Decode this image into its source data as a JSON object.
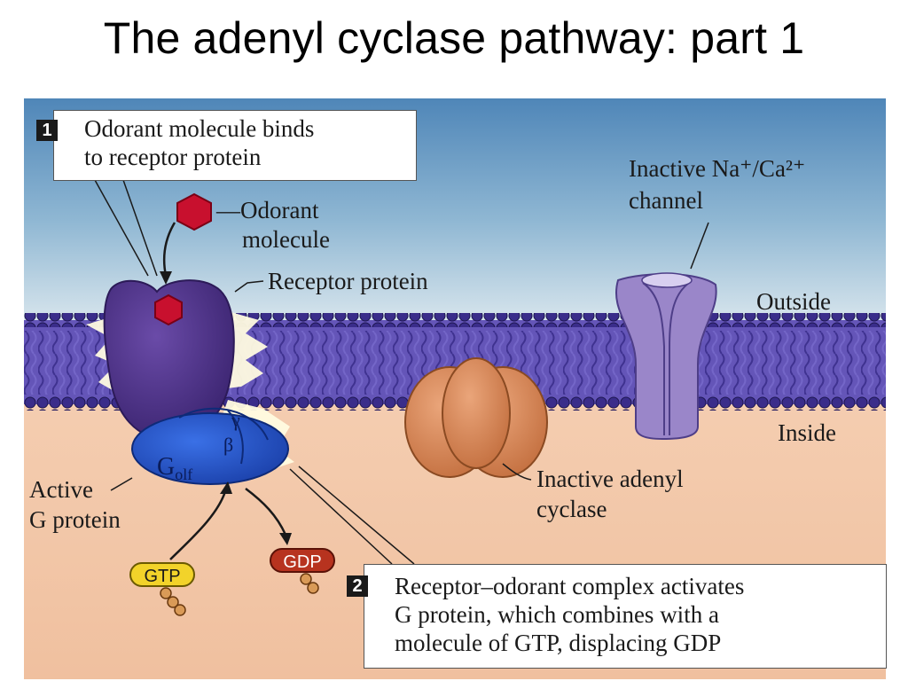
{
  "title": "The adenyl cyclase pathway: part 1",
  "steps": [
    {
      "number": "1",
      "line1": "Odorant molecule binds",
      "line2": "to receptor protein"
    },
    {
      "number": "2",
      "line1": "Receptor–odorant complex activates",
      "line2": "G protein, which combines with a",
      "line3": "molecule of GTP, displacing GDP"
    }
  ],
  "labels": {
    "odorant_line1": "—Odorant",
    "odorant_line2": "molecule",
    "receptor": "Receptor protein",
    "channel_line1": "Inactive Na⁺/Ca²⁺",
    "channel_line2": "channel",
    "outside": "Outside",
    "inside": "Inside",
    "active_g_line1": "Active",
    "active_g_line2": "G protein",
    "adenyl_line1": "Inactive adenyl",
    "adenyl_line2": "cyclase",
    "g_olf": "G",
    "g_olf_sub": "olf",
    "beta": "β",
    "gamma": "γ",
    "gtp": "GTP",
    "gdp": "GDP"
  },
  "colors": {
    "sky_top": "#4f86b8",
    "sky_bottom": "#cfe0ea",
    "cytoplasm": "#f2c7a8",
    "membrane": "#5b4db0",
    "receptor": "#4a2f85",
    "odorant": "#c8102e",
    "g_protein": "#1e4fc8",
    "adenyl_cyclase": "#d9864f",
    "channel": "#9a86c9",
    "gtp": "#f2d32a",
    "gdp": "#b7331f"
  }
}
